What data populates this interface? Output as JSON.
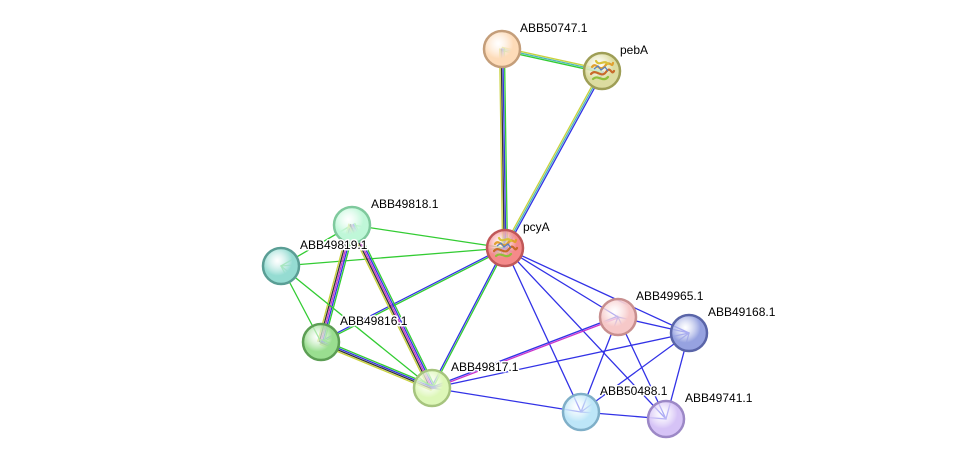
{
  "network": {
    "nodes": [
      {
        "id": "ABB50747.1",
        "label": "ABB50747.1",
        "fill": "#FDDBB8",
        "stroke": "#C49E7A",
        "icon": "none"
      },
      {
        "id": "pebA",
        "label": "pebA",
        "fill": "#DCDCA0",
        "stroke": "#9E9E56",
        "icon": "protein-structure-icon"
      },
      {
        "id": "ABB49818.1",
        "label": "ABB49818.1",
        "fill": "#BFF7D8",
        "stroke": "#7FC99D",
        "icon": "none"
      },
      {
        "id": "ABB49819.1",
        "label": "ABB49819.1",
        "fill": "#95DCD2",
        "stroke": "#5A9E95",
        "icon": "none"
      },
      {
        "id": "pcyA",
        "label": "pcyA",
        "fill": "#F58A8A",
        "stroke": "#C05858",
        "icon": "protein-structure-icon"
      },
      {
        "id": "ABB49816.1",
        "label": "ABB49816.1",
        "fill": "#9ADE90",
        "stroke": "#5C9E54",
        "icon": "none"
      },
      {
        "id": "ABB49965.1",
        "label": "ABB49965.1",
        "fill": "#F6C8C8",
        "stroke": "#C88F8F",
        "icon": "none"
      },
      {
        "id": "ABB49168.1",
        "label": "ABB49168.1",
        "fill": "#96A2E0",
        "stroke": "#5A65A8",
        "icon": "none"
      },
      {
        "id": "ABB49817.1",
        "label": "ABB49817.1",
        "fill": "#DDF7B8",
        "stroke": "#A6C47E",
        "icon": "none"
      },
      {
        "id": "ABB50488.1",
        "label": "ABB50488.1",
        "fill": "#BDE6F8",
        "stroke": "#7FAFC8",
        "icon": "none"
      },
      {
        "id": "ABB49741.1",
        "label": "ABB49741.1",
        "fill": "#D6C3F6",
        "stroke": "#9C88C6",
        "icon": "none"
      }
    ],
    "evidence_colors": {
      "blue": "#3232E6",
      "green": "#33CC33",
      "yellow": "#C8D23C",
      "magenta": "#CC33CC",
      "black": "#333333",
      "teal": "#4DB8B8"
    },
    "edges": [
      {
        "source": "ABB50747.1",
        "target": "pebA",
        "evidence": [
          "yellow",
          "teal",
          "green"
        ]
      },
      {
        "source": "ABB50747.1",
        "target": "pcyA",
        "evidence": [
          "green",
          "blue",
          "black",
          "yellow"
        ]
      },
      {
        "source": "pebA",
        "target": "pcyA",
        "evidence": [
          "blue",
          "teal",
          "yellow"
        ]
      },
      {
        "source": "ABB49818.1",
        "target": "pcyA",
        "evidence": [
          "green"
        ]
      },
      {
        "source": "ABB49819.1",
        "target": "pcyA",
        "evidence": [
          "green"
        ]
      },
      {
        "source": "ABB49816.1",
        "target": "pcyA",
        "evidence": [
          "blue",
          "green"
        ]
      },
      {
        "source": "ABB49817.1",
        "target": "pcyA",
        "evidence": [
          "blue",
          "green"
        ]
      },
      {
        "source": "pcyA",
        "target": "ABB49965.1",
        "evidence": [
          "blue"
        ]
      },
      {
        "source": "pcyA",
        "target": "ABB49168.1",
        "evidence": [
          "blue"
        ]
      },
      {
        "source": "pcyA",
        "target": "ABB50488.1",
        "evidence": [
          "blue"
        ]
      },
      {
        "source": "pcyA",
        "target": "ABB49741.1",
        "evidence": [
          "blue"
        ]
      },
      {
        "source": "ABB49818.1",
        "target": "ABB49819.1",
        "evidence": [
          "green"
        ]
      },
      {
        "source": "ABB49818.1",
        "target": "ABB49816.1",
        "evidence": [
          "green",
          "blue",
          "magenta",
          "black",
          "yellow"
        ]
      },
      {
        "source": "ABB49818.1",
        "target": "ABB49817.1",
        "evidence": [
          "green",
          "blue",
          "magenta",
          "black",
          "yellow"
        ]
      },
      {
        "source": "ABB49819.1",
        "target": "ABB49816.1",
        "evidence": [
          "green"
        ]
      },
      {
        "source": "ABB49819.1",
        "target": "ABB49817.1",
        "evidence": [
          "green"
        ]
      },
      {
        "source": "ABB49816.1",
        "target": "ABB49817.1",
        "evidence": [
          "green",
          "blue",
          "black",
          "yellow"
        ]
      },
      {
        "source": "ABB49817.1",
        "target": "ABB49965.1",
        "evidence": [
          "blue",
          "magenta"
        ]
      },
      {
        "source": "ABB49817.1",
        "target": "ABB49168.1",
        "evidence": [
          "blue"
        ]
      },
      {
        "source": "ABB49817.1",
        "target": "ABB50488.1",
        "evidence": [
          "blue"
        ]
      },
      {
        "source": "ABB49965.1",
        "target": "ABB49168.1",
        "evidence": [
          "blue"
        ]
      },
      {
        "source": "ABB49965.1",
        "target": "ABB50488.1",
        "evidence": [
          "blue"
        ]
      },
      {
        "source": "ABB49965.1",
        "target": "ABB49741.1",
        "evidence": [
          "blue"
        ]
      },
      {
        "source": "ABB49168.1",
        "target": "ABB50488.1",
        "evidence": [
          "blue"
        ]
      },
      {
        "source": "ABB49168.1",
        "target": "ABB49741.1",
        "evidence": [
          "blue"
        ]
      },
      {
        "source": "ABB50488.1",
        "target": "ABB49741.1",
        "evidence": [
          "blue"
        ]
      }
    ]
  }
}
